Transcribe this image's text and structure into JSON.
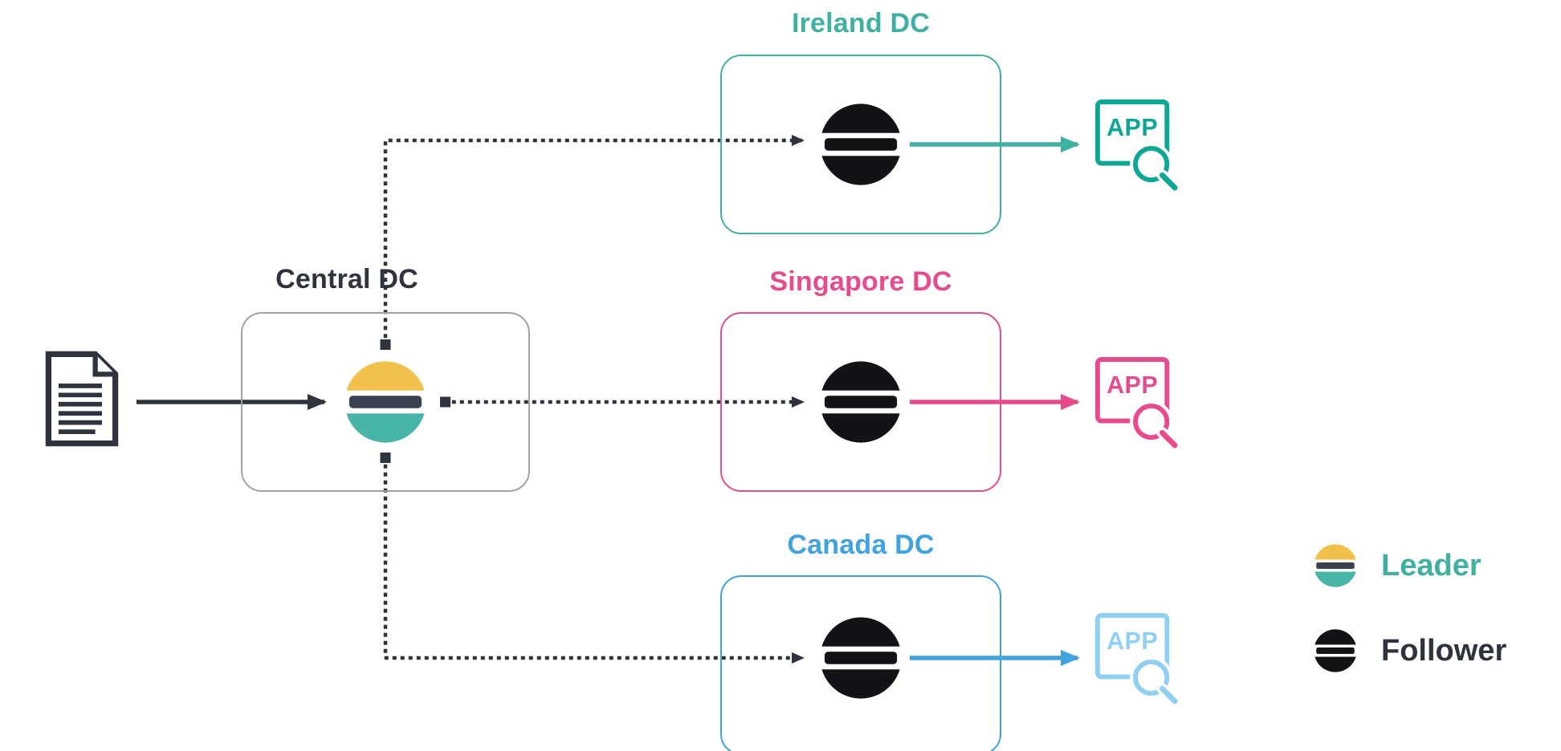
{
  "colors": {
    "background": "#ffffff",
    "ink": "#2f333d",
    "box_border": "#9da2a6",
    "leader_top": "#f2c14b",
    "leader_mid": "#3a4151",
    "leader_bottom": "#47b5a7",
    "follower": "#131317"
  },
  "central": {
    "label": "Central DC"
  },
  "datacenters": [
    {
      "name": "Ireland DC",
      "color": "#3fb1a2",
      "app_color": "#0ca795",
      "app_label": "APP"
    },
    {
      "name": "Singapore DC",
      "color": "#e84a8e",
      "app_color": "#e84a8e",
      "app_label": "APP"
    },
    {
      "name": "Canada DC",
      "color": "#3fa3df",
      "app_color": "#8fd0f2",
      "app_label": "APP"
    }
  ],
  "legend": [
    {
      "label": "Leader",
      "color": "#3fb1a2"
    },
    {
      "label": "Follower",
      "color": "#2f333d"
    }
  ]
}
